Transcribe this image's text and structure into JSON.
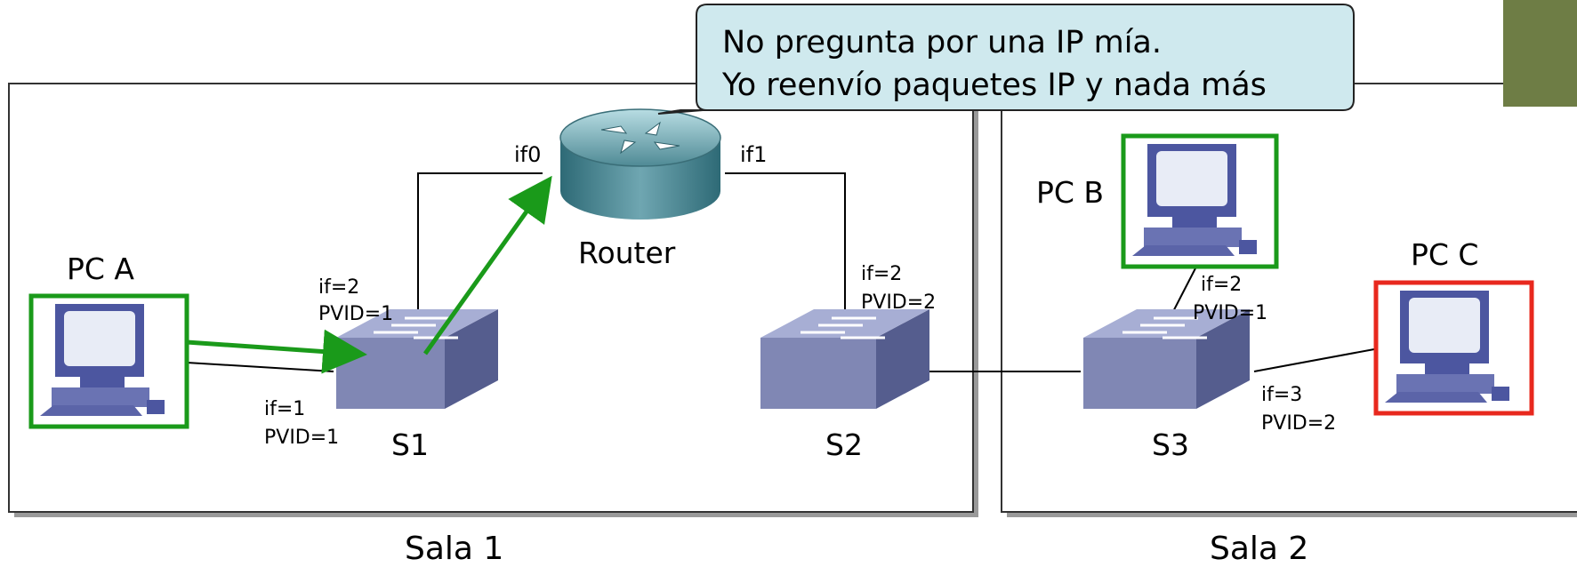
{
  "callout": {
    "line1": "No pregunta por una IP mía.",
    "line2": "Yo reenvío paquetes IP y nada más"
  },
  "rooms": {
    "sala1": "Sala 1",
    "sala2": "Sala 2"
  },
  "devices": {
    "router": "Router",
    "s1": "S1",
    "s2": "S2",
    "s3": "S3",
    "pc_a": "PC A",
    "pc_b": "PC B",
    "pc_c": "PC C"
  },
  "ports": {
    "router_if0": "if0",
    "router_if1": "if1",
    "s1_up_if": "if=2",
    "s1_up_pvid": "PVID=1",
    "s1_down_if": "if=1",
    "s1_down_pvid": "PVID=1",
    "s2_up_if": "if=2",
    "s2_up_pvid": "PVID=2",
    "s3_b_if": "if=2",
    "s3_b_pvid": "PVID=1",
    "s3_c_if": "if=3",
    "s3_c_pvid": "PVID=2"
  },
  "colors": {
    "vlan1": "#1a9a1a",
    "vlan2": "#e8281e",
    "arrow": "#1a9a1a",
    "callout_fill": "#cfe9ee",
    "device": "#7b86b8",
    "accent": "#6e7d45"
  }
}
